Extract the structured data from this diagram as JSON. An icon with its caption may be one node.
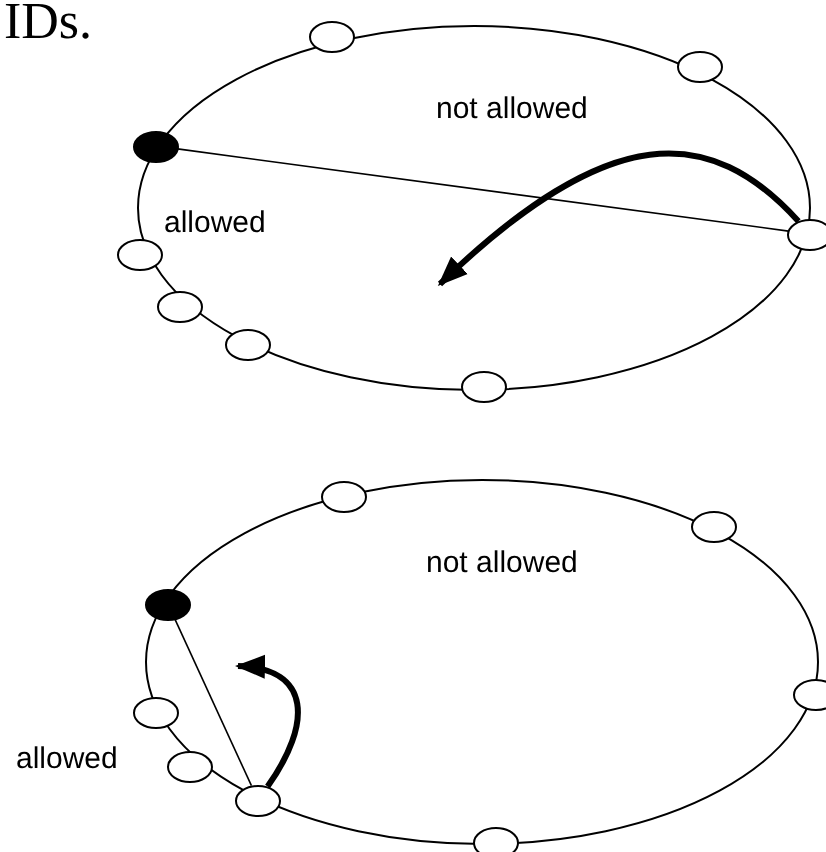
{
  "diagram": {
    "nodes": [
      {
        "text": [],
        "shape": "circle"
      },
      {
        "text": [],
        "shape": "circle"
      },
      {
        "text": [],
        "shape": "circle"
      },
      {
        "text": [],
        "shape": "circle"
      },
      {
        "text": [],
        "shape": "circle"
      },
      {
        "text": [],
        "shape": "circle"
      },
      {
        "text": [],
        "shape": "circle"
      },
      {
        "text": [],
        "shape": "circle"
      },
      {
        "text": [],
        "shape": "circle"
      },
      {
        "text": [],
        "shape": "circle"
      },
      {
        "text": [],
        "shape": "circle"
      },
      {
        "text": [],
        "shape": "circle"
      },
      {
        "text": [],
        "shape": "circle"
      },
      {
        "text": [],
        "shape": "circle"
      },
      {
        "text": [],
        "shape": "circle"
      },
      {
        "text": [],
        "shape": "circle"
      }
    ],
    "edges": [
      {
        "from": 2,
        "to": 3,
        "arrow": "none"
      },
      {
        "from": 3,
        "to": null,
        "arrow": "to",
        "style": "thick"
      },
      {
        "from": 10,
        "to": 14,
        "arrow": "none"
      },
      {
        "from": 14,
        "to": null,
        "arrow": "to",
        "style": "thick"
      }
    ],
    "labels": [
      "IDs.",
      "not allowed",
      "allowed",
      "not allowed",
      "allowed"
    ]
  }
}
